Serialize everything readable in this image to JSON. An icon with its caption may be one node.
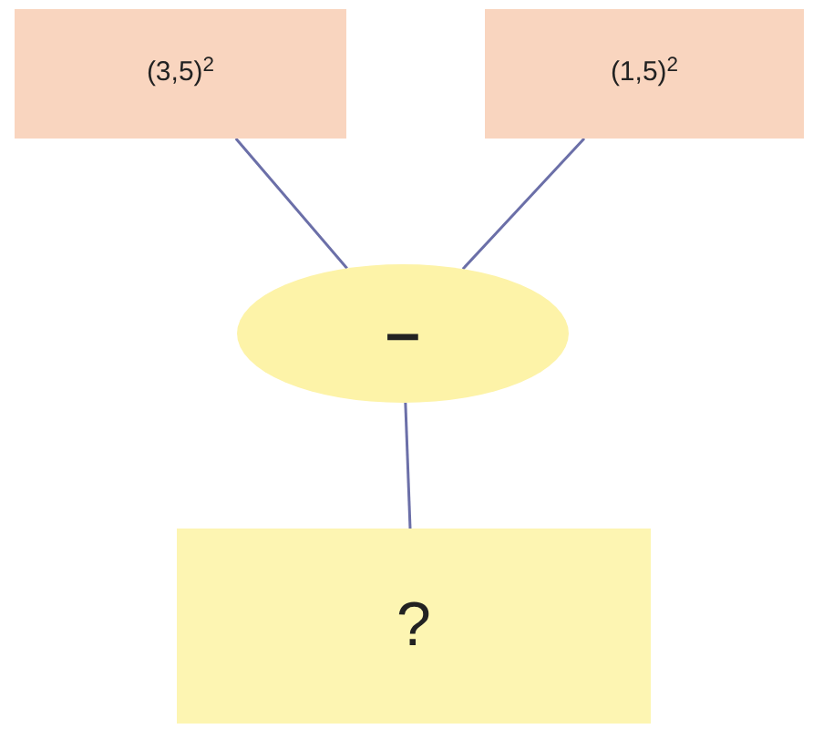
{
  "diagram": {
    "nodes": [
      {
        "text": [
          "(3,5)$^{2}$"
        ]
      },
      {
        "text": [
          "(1,5)$^{2}$"
        ]
      },
      {
        "text": [
          "–"
        ]
      },
      {
        "text": [
          "?"
        ]
      }
    ],
    "edges": [
      {
        "from": 0,
        "to": 2,
        "arrow": "none"
      },
      {
        "from": 1,
        "to": 2,
        "arrow": "none"
      },
      {
        "from": 2,
        "to": 3,
        "arrow": "none"
      }
    ]
  }
}
